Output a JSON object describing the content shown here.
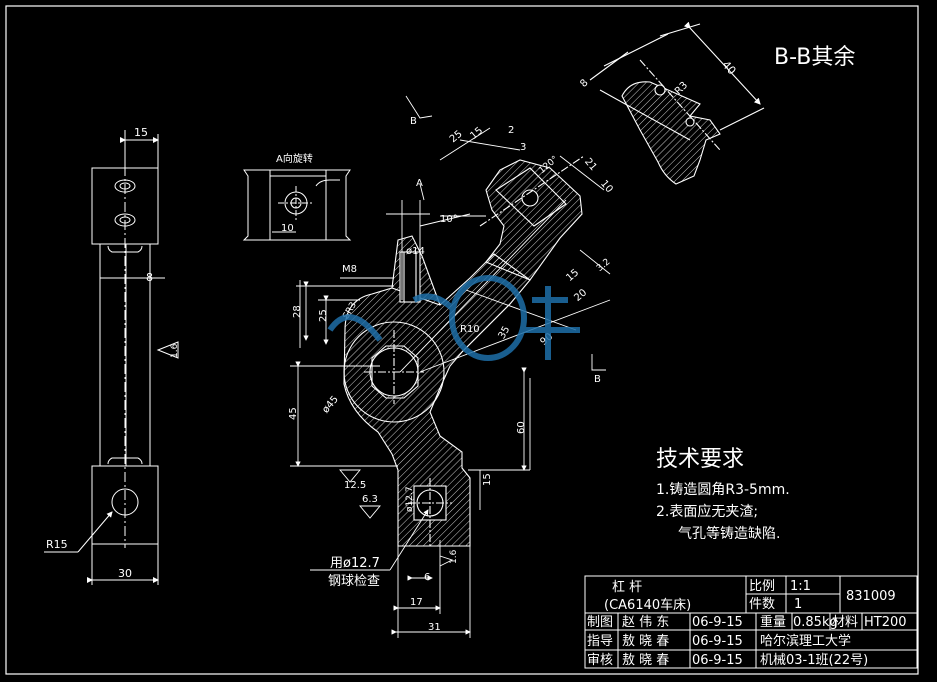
{
  "view_title": "B-B其余",
  "view_a_label": "A向旋转",
  "section_marks": {
    "b_top": "B",
    "b_bottom": "B",
    "a_mark": "A"
  },
  "tech": {
    "title": "技术要求",
    "line1": "1.铸造圆角R3-5mm.",
    "line2": "2.表面应无夹渣;",
    "line3": "气孔等铸造缺陷."
  },
  "callout": {
    "line1": "用ø12.7",
    "line2": "钢球检查"
  },
  "dims": {
    "d15_top": "15",
    "d8": "8",
    "r15": "R15",
    "d30": "30",
    "ra_side": "1.6",
    "d10_a": "10",
    "d25": "25",
    "d15_b": "15",
    "d2": "2",
    "d3": "3",
    "d120": "120°",
    "d21": "21",
    "d10_b": "10",
    "d14": "ø14",
    "d10deg": "10°",
    "m8": "M8",
    "d28": "28",
    "d25_b": "25",
    "dsr": "SR3",
    "r10": "R10",
    "d35": "35",
    "d15_c": "15",
    "d20": "20",
    "d90": "90",
    "d32": "3.2",
    "d45": "45",
    "d45dia": "ø45",
    "d60": "60",
    "d15_d": "15",
    "ra125": "12.5",
    "ra63": "6.3",
    "d127": "ø12.7",
    "d6": "6",
    "d17": "17",
    "d31": "31",
    "ra_small": "1.6",
    "d40": "40",
    "r3": "R3",
    "d8b": "8"
  },
  "title_block": {
    "part_name": "杠       杆",
    "part_sub": "(CA6140车床)",
    "scale_label": "比例",
    "scale_val": "1:1",
    "qty_label": "件数",
    "qty_val": "1",
    "drawing_no": "831009",
    "r1_role": "制图",
    "r1_name": "赵 伟 东",
    "r1_date": "06-9-15",
    "weight_label": "重量",
    "weight_val": "0.85kg",
    "material_label": "材料",
    "material_val": "HT200",
    "r2_role": "指导",
    "r2_name": "敖 晓 春",
    "r2_date": "06-9-15",
    "school": "哈尔滨理工大学",
    "r3_role": "审核",
    "r3_name": "敖 晓 春",
    "r3_date": "06-9-15",
    "class": "机械03-1班(22号)"
  },
  "colors": {
    "background": "#000000",
    "lines": "#ffffff",
    "watermark": "#1e6fa8"
  }
}
